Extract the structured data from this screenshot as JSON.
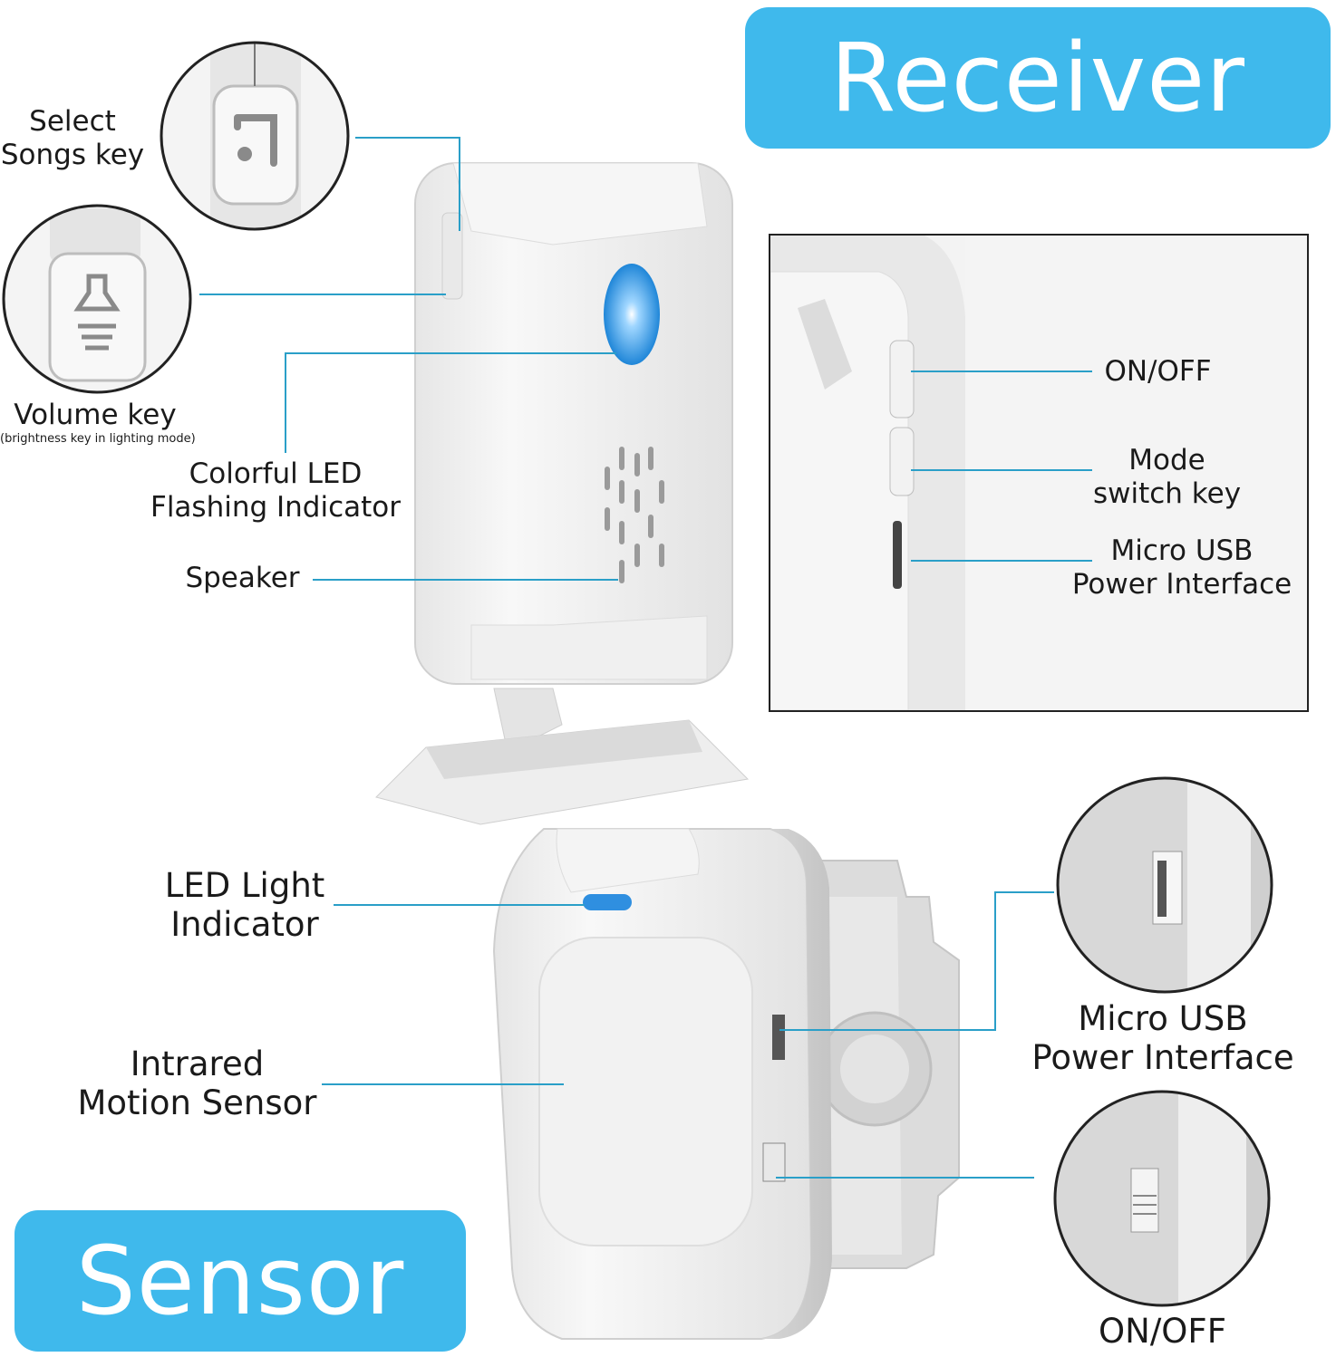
{
  "banners": {
    "receiver": "Receiver",
    "sensor": "Sensor"
  },
  "labels": {
    "select_songs": [
      "Select",
      "Songs key"
    ],
    "volume_key": "Volume key",
    "volume_note": "(brightness key in lighting mode)",
    "colorful_led": [
      "Colorful LED",
      "Flashing Indicator"
    ],
    "speaker": "Speaker",
    "on_off_receiver": "ON/OFF",
    "mode_switch": [
      "Mode",
      "switch key"
    ],
    "micro_usb_receiver": [
      "Micro USB",
      "Power Interface"
    ],
    "led_light": [
      "LED Light",
      "Indicator"
    ],
    "infrared": [
      "Intrared",
      "Motion Sensor"
    ],
    "micro_usb_sensor": [
      "Micro USB",
      "Power Interface"
    ],
    "on_off_sensor": "ON/OFF"
  },
  "colors": {
    "accent": "#3fb9ec",
    "leader_line": "#2a9fc8",
    "device_white": "#f3f3f3",
    "led_blue": "#2f8fe0"
  },
  "icons": {
    "songs_key": "music-note-icon",
    "volume_key": "bell-icon"
  }
}
